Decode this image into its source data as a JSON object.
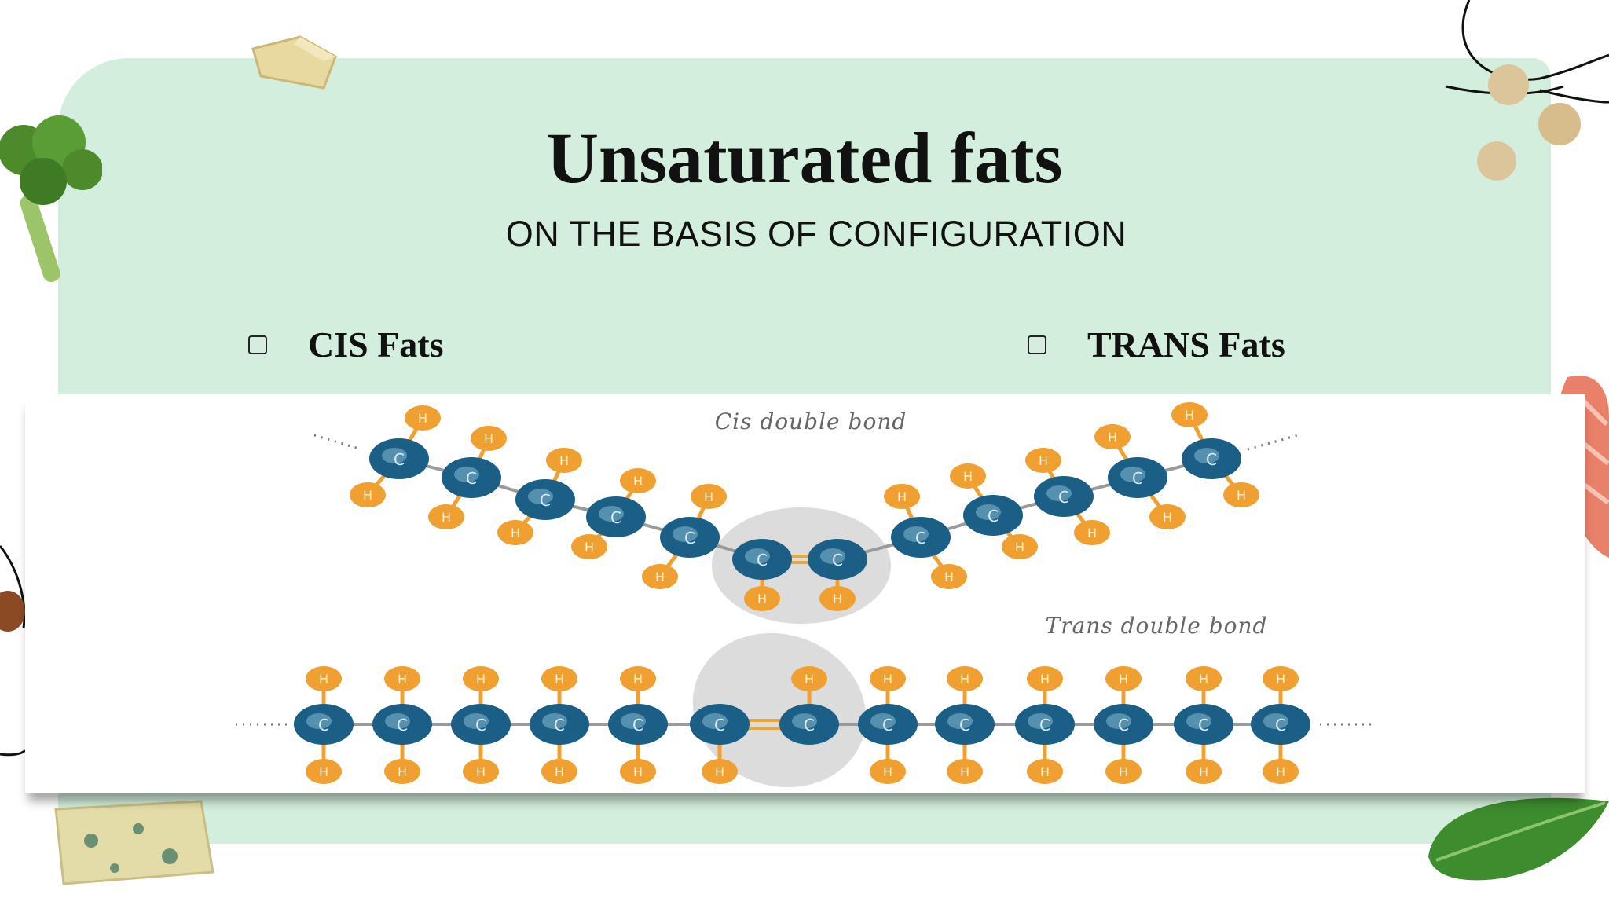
{
  "slide": {
    "title": "Unsaturated fats",
    "subtitle": "ON THE BASIS OF CONFIGURATION",
    "bullets": [
      {
        "label": "CIS Fats"
      },
      {
        "label": "TRANS Fats"
      }
    ]
  },
  "diagram": {
    "cis_label": "Cis double bond",
    "trans_label": "Trans double bond",
    "carbon_symbol": "C",
    "hydrogen_symbol": "H",
    "carbon_color": "#1b5f86",
    "hydrogen_color": "#f0a030",
    "highlight_color": "#dcdcdc"
  },
  "colors": {
    "card_background": "#d3eedd",
    "text": "#111111"
  }
}
